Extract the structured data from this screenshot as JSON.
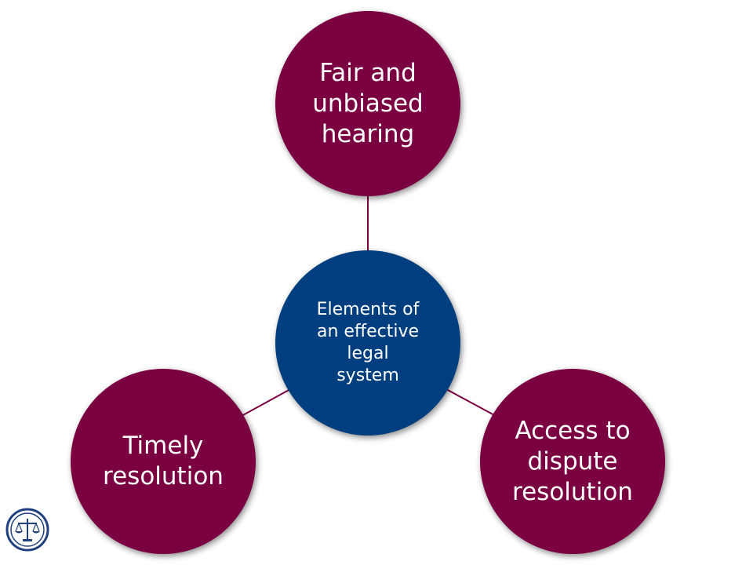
{
  "diagram": {
    "center": {
      "label": "Elements of\nan effective\nlegal\nsystem"
    },
    "nodes": [
      {
        "id": "top",
        "label": "Fair and\nunbiased\nhearing"
      },
      {
        "id": "left",
        "label": "Timely\nresolution"
      },
      {
        "id": "right",
        "label": "Access to\ndispute\nresolution"
      }
    ]
  },
  "colors": {
    "outer_fill": "#7b0041",
    "center_fill": "#003f7f",
    "connector": "#7b0041",
    "logo_ring": "#1f3f7f"
  },
  "icons": {
    "logo": "scales-of-justice-icon"
  }
}
